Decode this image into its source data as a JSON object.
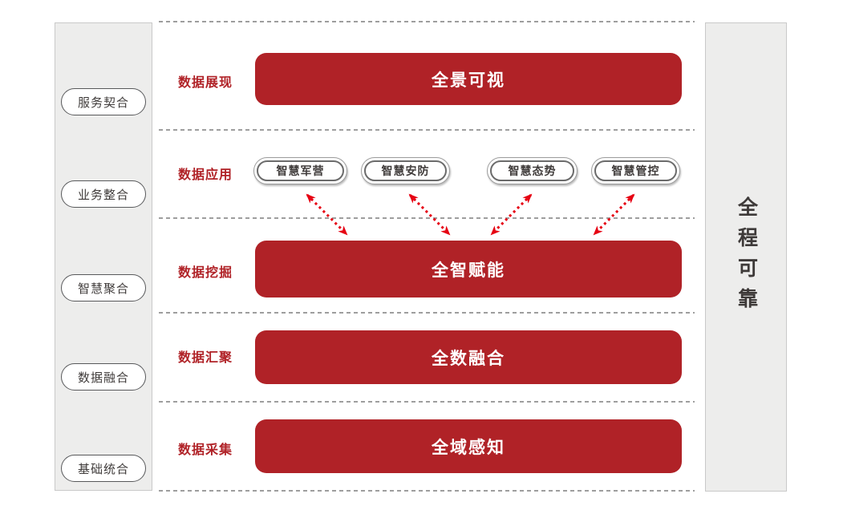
{
  "diagram": {
    "left_sidebar": {
      "items": [
        {
          "label": "服务契合"
        },
        {
          "label": "业务整合"
        },
        {
          "label": "智慧聚合"
        },
        {
          "label": "数据融合"
        },
        {
          "label": "基础统合"
        }
      ]
    },
    "right_sidebar": {
      "label": "全程可靠"
    },
    "rows": [
      {
        "stage_label": "数据展现",
        "content": {
          "type": "bar",
          "label": "全景可视"
        }
      },
      {
        "stage_label": "数据应用",
        "content": {
          "type": "pills",
          "pills": [
            {
              "label": "智慧军营"
            },
            {
              "label": "智慧安防"
            },
            {
              "label": "智慧态势"
            },
            {
              "label": "智慧管控"
            }
          ]
        }
      },
      {
        "stage_label": "数据挖掘",
        "content": {
          "type": "bar",
          "label": "全智赋能"
        }
      },
      {
        "stage_label": "数据汇聚",
        "content": {
          "type": "bar",
          "label": "全数融合"
        }
      },
      {
        "stage_label": "数据采集",
        "content": {
          "type": "bar",
          "label": "全域感知"
        }
      }
    ],
    "arrows": {
      "count": 4,
      "style": "dashed-double-headed",
      "color": "#e60012"
    },
    "colors": {
      "primary_red": "#b02227",
      "arrow_red": "#e60012",
      "panel_bg": "#ededec",
      "panel_border": "#c9c9c9",
      "text_dark": "#3f3b3a",
      "dotted_line": "#9e9e9e"
    }
  }
}
